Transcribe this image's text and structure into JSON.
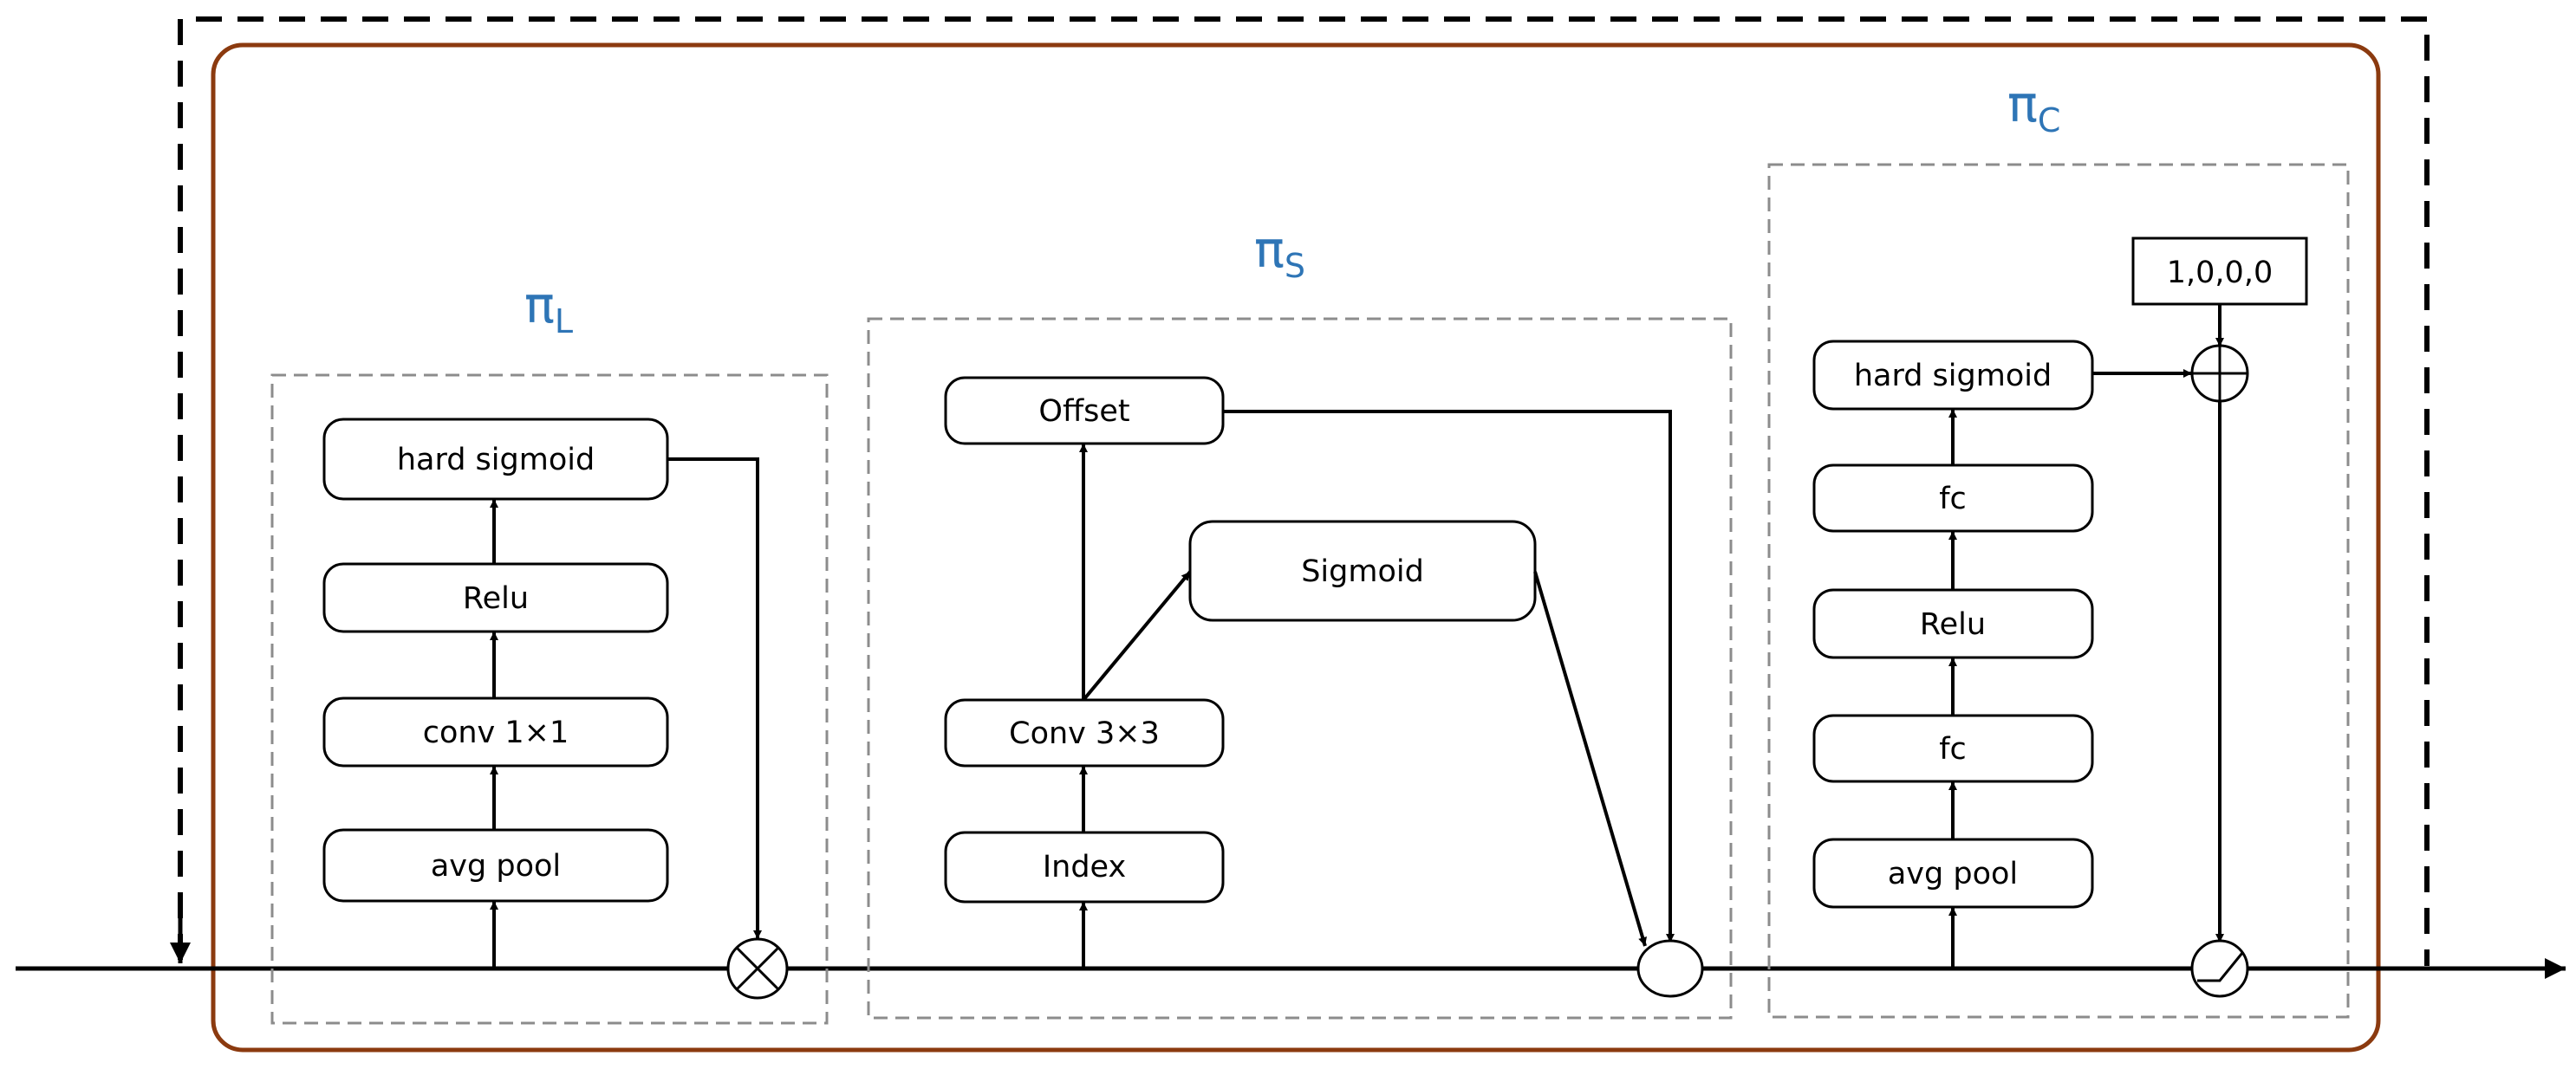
{
  "modules": {
    "layer": {
      "symbol": "π",
      "subscript": "L"
    },
    "spatial": {
      "symbol": "π",
      "subscript": "S"
    },
    "channel": {
      "symbol": "π",
      "subscript": "C"
    }
  },
  "layer_blocks": {
    "hard_sigmoid": "hard sigmoid",
    "relu": "Relu",
    "conv": "conv 1×1",
    "avg_pool": "avg pool"
  },
  "spatial_blocks": {
    "offset": "Offset",
    "sigmoid": "Sigmoid",
    "conv": "Conv 3×3",
    "index": "Index"
  },
  "channel_blocks": {
    "hard_sigmoid": "hard sigmoid",
    "fc_top": "fc",
    "relu": "Relu",
    "fc_bottom": "fc",
    "avg_pool": "avg pool",
    "init_value": "1,0,0,0"
  },
  "colors": {
    "outer_dashed": "#000000",
    "inner_frame": "#8b3a0f",
    "module_dashed": "#8c8c8c",
    "label_blue": "#2e75b6"
  }
}
